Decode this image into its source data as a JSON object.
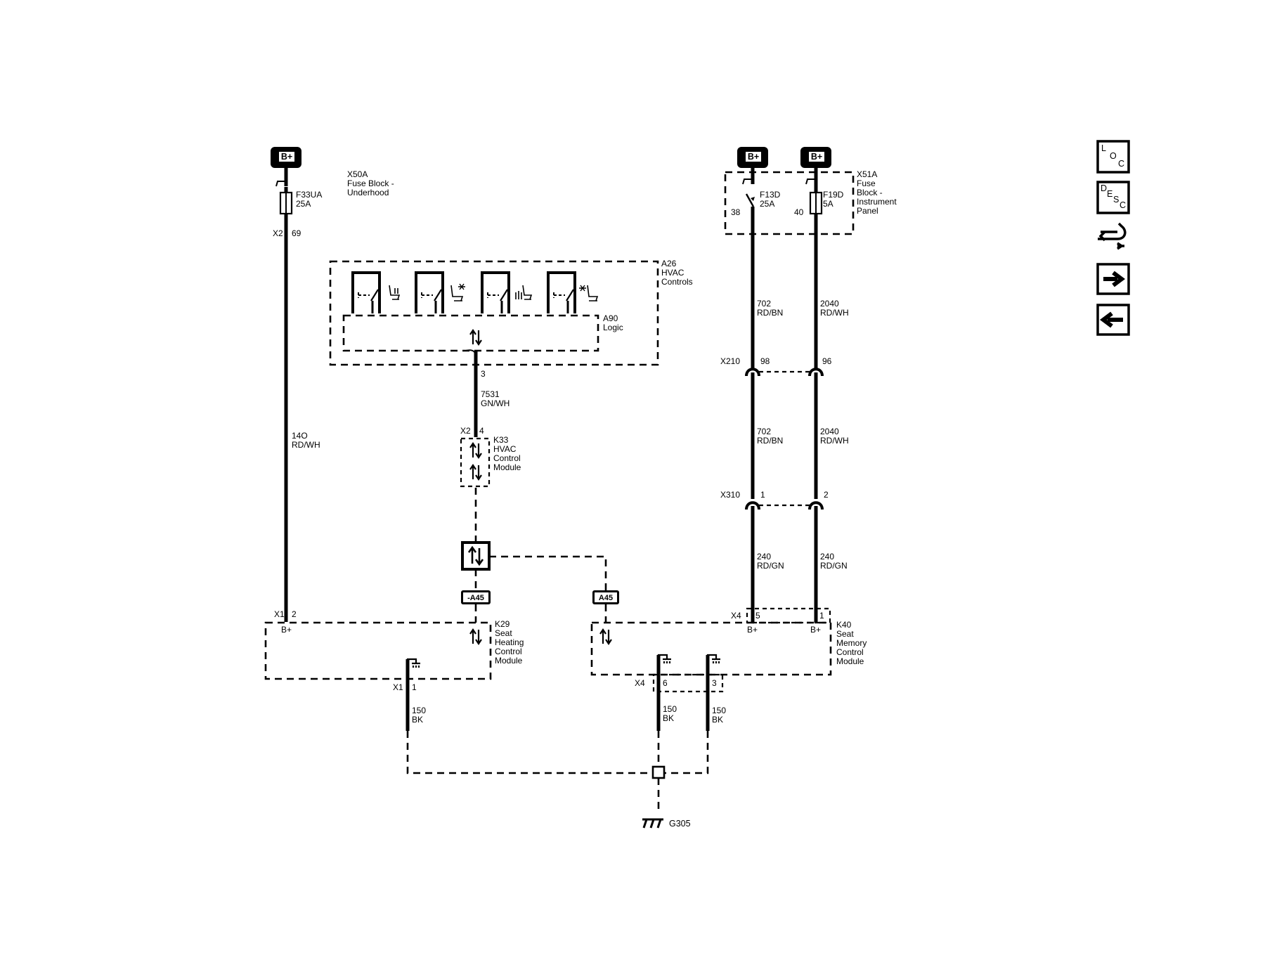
{
  "supply": {
    "b_plus": "B+"
  },
  "fuse_blocks": {
    "x50a": {
      "id": "X50A",
      "line1": "Fuse Block -",
      "line2": "Underhood"
    },
    "x51a": {
      "id": "X51A",
      "line1": "Fuse",
      "line2": "Block -",
      "line3": "Instrument",
      "line4": "Panel"
    }
  },
  "fuses": {
    "f33ua": {
      "name": "F33UA",
      "rating": "25A",
      "conn": "X2",
      "pin": "69"
    },
    "f13d": {
      "name": "F13D",
      "rating": "25A",
      "pin": "38"
    },
    "f19d": {
      "name": "F19D",
      "rating": "5A",
      "pin": "40"
    }
  },
  "modules": {
    "a26": {
      "id": "A26",
      "line1": "HVAC",
      "line2": "Controls"
    },
    "a90": {
      "id": "A90",
      "line1": "Logic"
    },
    "k33": {
      "id": "K33",
      "line1": "HVAC",
      "line2": "Control",
      "line3": "Module",
      "conn": "X2",
      "pin": "4"
    },
    "k29": {
      "id": "K29",
      "line1": "Seat",
      "line2": "Heating",
      "line3": "Control",
      "line4": "Module"
    },
    "k40": {
      "id": "K40",
      "line1": "Seat",
      "line2": "Memory",
      "line3": "Control",
      "line4": "Module"
    }
  },
  "wires": {
    "w140": {
      "circuit": "14O",
      "color": "RD/WH"
    },
    "w7531": {
      "circuit": "7531",
      "color": "GN/WH"
    },
    "w702a": {
      "circuit": "702",
      "color": "RD/BN"
    },
    "w2040a": {
      "circuit": "2040",
      "color": "RD/WH"
    },
    "w702b": {
      "circuit": "702",
      "color": "RD/BN"
    },
    "w2040b": {
      "circuit": "2040",
      "color": "RD/WH"
    },
    "w240a": {
      "circuit": "240",
      "color": "RD/GN"
    },
    "w240b": {
      "circuit": "240",
      "color": "RD/GN"
    },
    "w150a": {
      "circuit": "150",
      "color": "BK"
    },
    "w150b": {
      "circuit": "150",
      "color": "BK"
    },
    "w150c": {
      "circuit": "150",
      "color": "BK"
    }
  },
  "connectors": {
    "x210": {
      "id": "X210",
      "pin_a": "98",
      "pin_b": "96"
    },
    "x310": {
      "id": "X310",
      "pin_a": "1",
      "pin_b": "2"
    },
    "a26_pin": "3",
    "k29_x1": {
      "id": "X1",
      "pin": "2",
      "label": "B+"
    },
    "k29_gnd": {
      "id": "X1",
      "pin": "1"
    },
    "k40_x4": {
      "id": "X4",
      "pin_a": "5",
      "pin_b": "1",
      "label_a": "B+",
      "label_b": "B+"
    },
    "k40_gnd": {
      "id": "X4",
      "pin_a": "6",
      "pin_b": "3"
    }
  },
  "comm": {
    "tag_left": "-A45",
    "tag_right": "A45"
  },
  "ground": {
    "id": "G305"
  },
  "nav": {
    "loc": {
      "a": "L",
      "b": "O",
      "c": "C"
    },
    "desc": {
      "a": "D",
      "b": "E",
      "c": "S",
      "d": "C"
    }
  }
}
